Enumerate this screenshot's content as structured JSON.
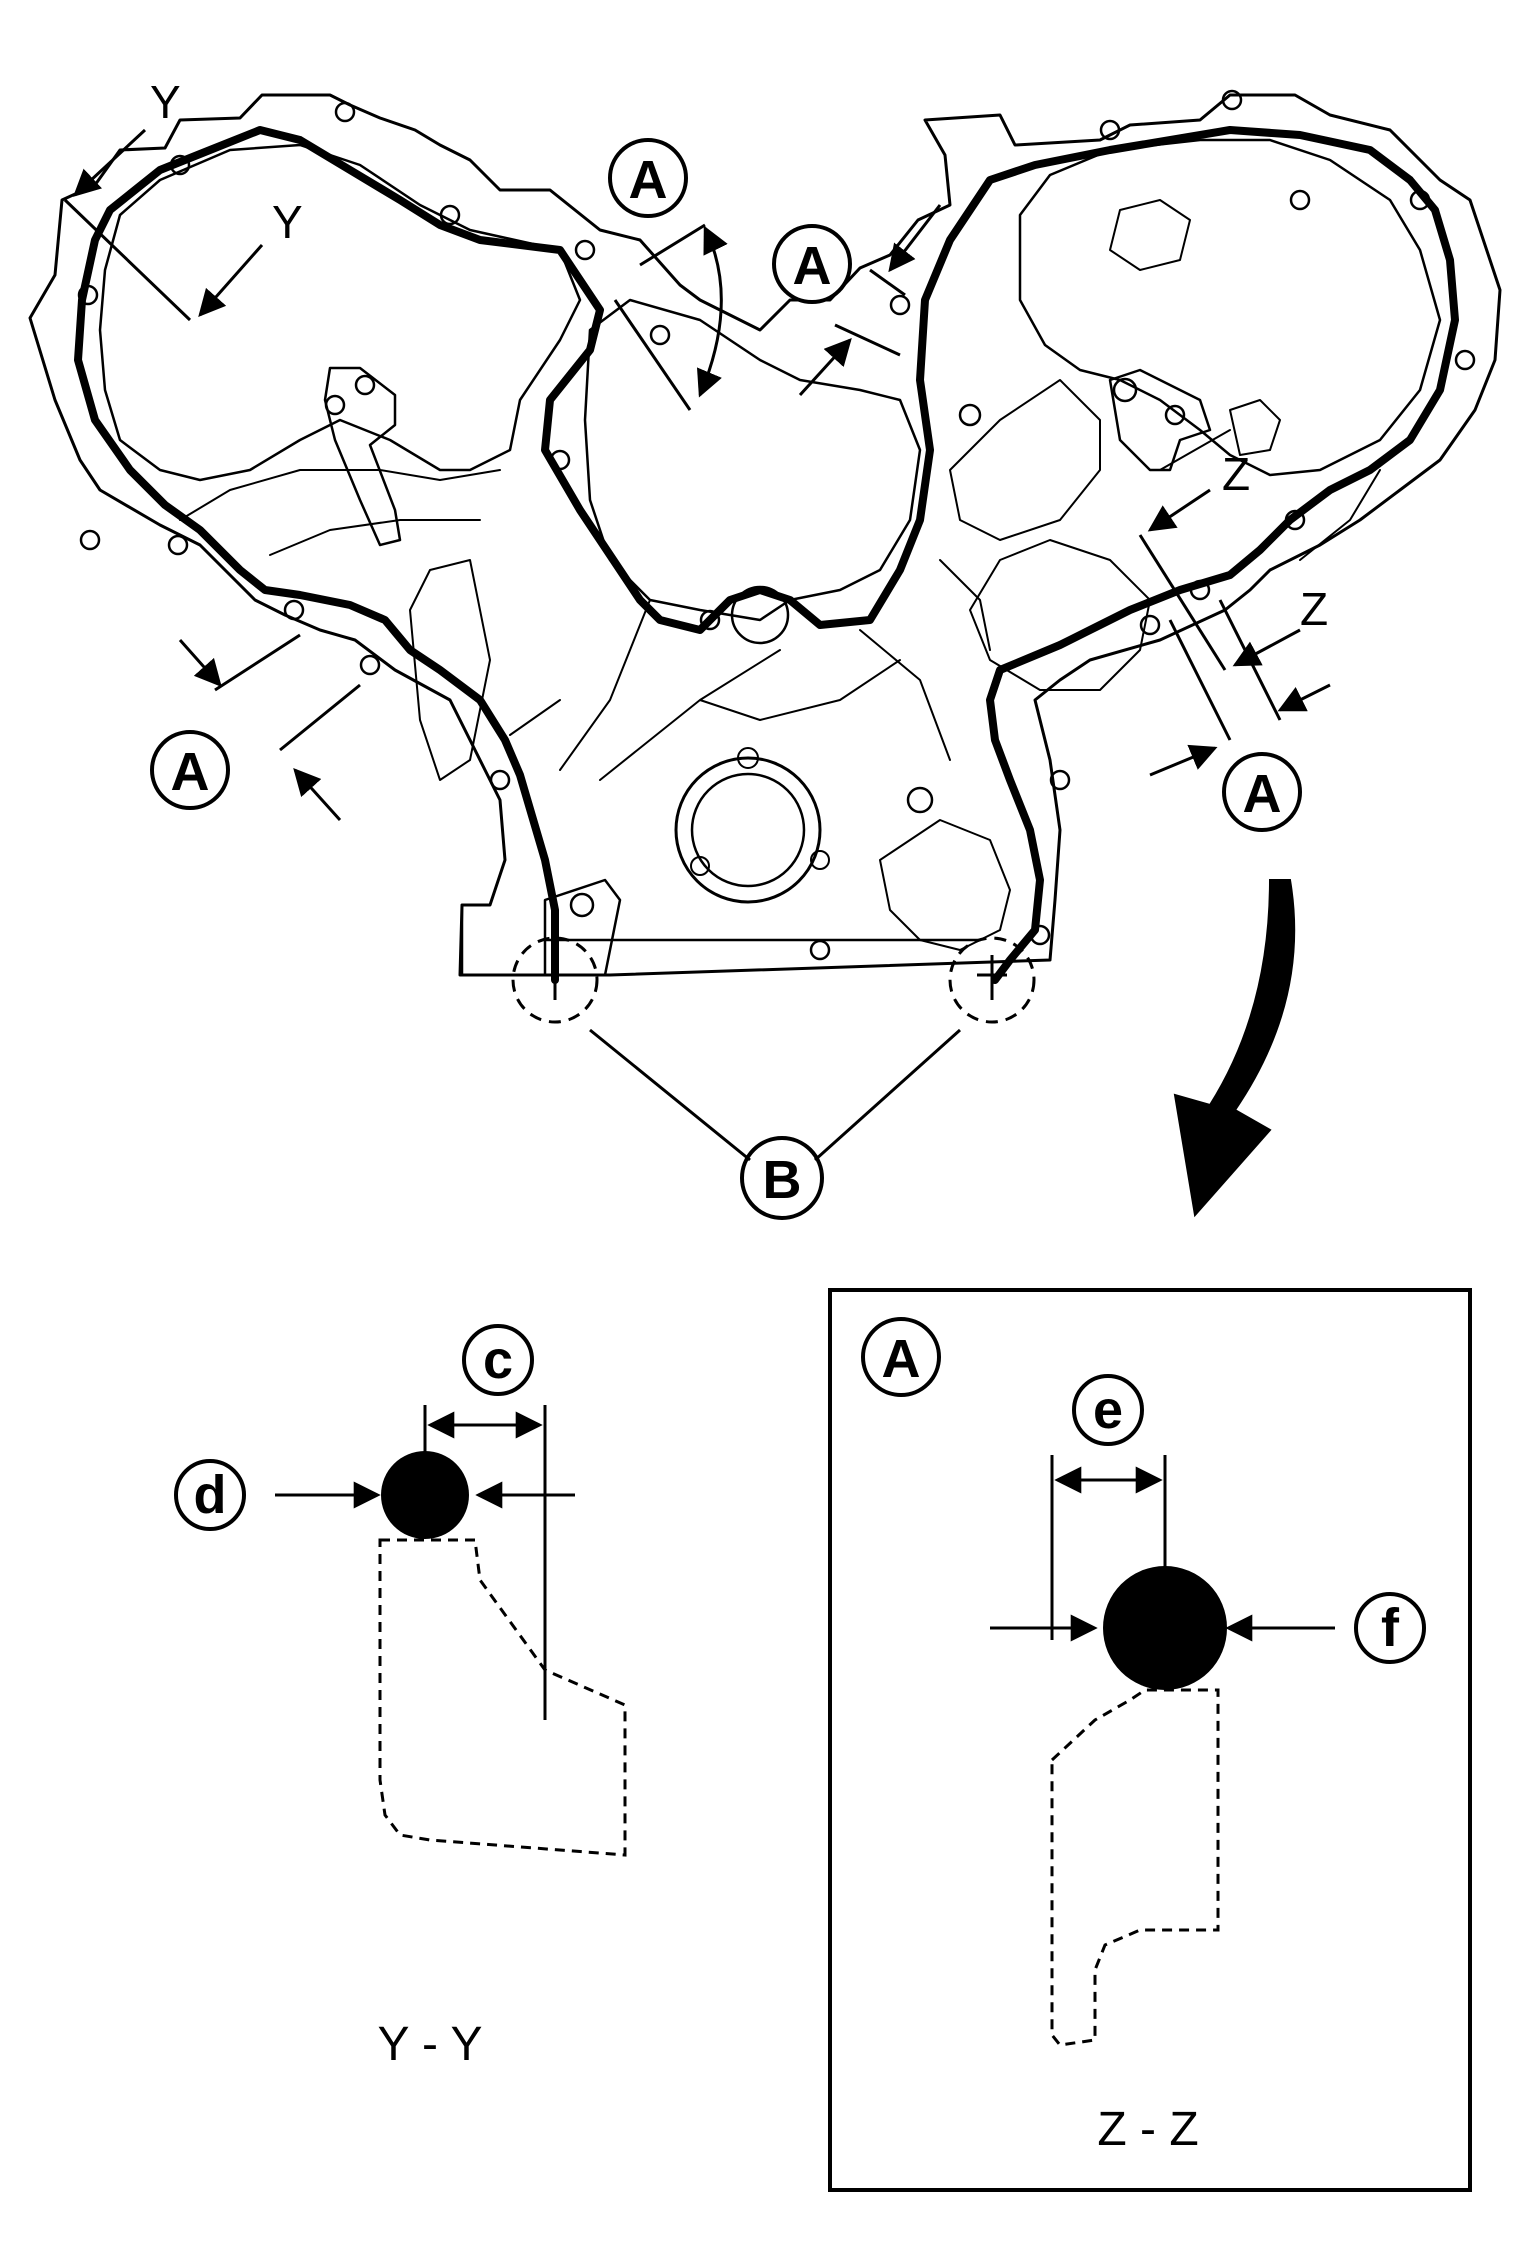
{
  "callouts": {
    "a": "A",
    "b": "B",
    "c": "c",
    "d": "d",
    "e": "e",
    "f": "f"
  },
  "section_marks": {
    "y": "Y",
    "z": "Z"
  },
  "captions": {
    "yy": "Y - Y",
    "zz": "Z - Z"
  },
  "detail_panel": {
    "label": "A"
  }
}
